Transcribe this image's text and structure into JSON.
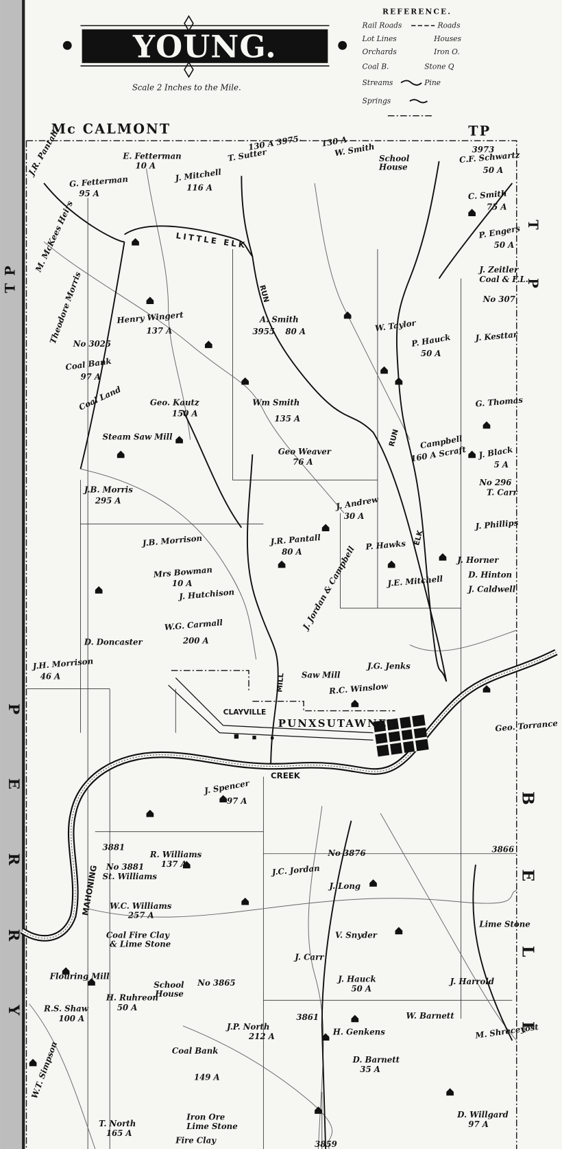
{
  "title": "YOUNG.",
  "scale": "Scale 2 Inches to the Mile.",
  "reference": {
    "heading": "REFERENCE.",
    "items": [
      "Rail Roads",
      "Roads",
      "Lot Lines",
      "Houses",
      "Orchards",
      "Iron O.",
      "Coal B.",
      "Stone Q",
      "Streams",
      "Pine",
      "Springs"
    ]
  },
  "borders": {
    "top_left": "Mc CALMONT",
    "top_right": "TP",
    "left_upper": "T P",
    "right_upper": "T P",
    "left_lower": "P E R R Y",
    "right_lower": "B E L L"
  },
  "places": {
    "town": "PUNXSUTAWNEY",
    "village": "CLAYVILLE",
    "creek_name": "MAHONING",
    "creek_word": "CREEK",
    "little_elk": "LITTLE ELK",
    "run": "RUN",
    "mill": "MILL",
    "elk": "ELK",
    "run2": "RUN"
  },
  "labels": [
    "E. Fetterman",
    "10 A",
    "J. Mitchell",
    "116 A",
    "G. Fetterman",
    "95 A",
    "J.R. Pantall",
    "130 A 3975.",
    "T. Sutter",
    "130 A",
    "W. Smith",
    "School",
    "House",
    "3973",
    "C.F. Schwartz",
    "50 A",
    "C. Smith",
    "75 A",
    "P. Engers",
    "50 A",
    "J. Zeitler",
    "Coal & F.L.",
    "No 307",
    "M. McKees Heirs",
    "Theodore Morris",
    "No 3025",
    "Henry Wingert",
    "137 A",
    "A. Smith",
    "3955",
    "80 A",
    "W. Taylor",
    "P. Hauck",
    "50 A",
    "J. Kesttar",
    "Coal Bank",
    "97 A",
    "Coal Land",
    "Wm Smith",
    "135 A",
    "Geo. Kautz",
    "150 A",
    "Steam Saw Mill",
    "G. Thomas",
    "Campbell",
    "160 A Scraft",
    "J. Black",
    "5 A",
    "No 296",
    "T. Carr",
    "J.B. Morris",
    "295 A",
    "Geo Weaver",
    "76 A",
    "J. Andrew",
    "30 A",
    "J.R. Pantall",
    "80 A",
    "P. Hawks",
    "J.E. Mitchell",
    "J.B. Morrison",
    "Mrs Bowman",
    "10 A",
    "J. Hutchison",
    "J. Jordan & Campbell",
    "W.G. Carmall",
    "200 A",
    "J.H. Morrison",
    "46 A",
    "D. Doncaster",
    "R.C. Winslow",
    "Saw Mill",
    "J.G. Jenks",
    "Geo. Torrance",
    "J. Spencer",
    "97 A",
    "3881",
    "R. Williams",
    "137 A",
    "No 3881",
    "St. Williams",
    "W.C. Williams",
    "257 A",
    "No 3876",
    "J.C. Jordan",
    "3866",
    "Lime Stone",
    "Coal Fire Clay",
    "& Lime Stone",
    "No 3865",
    "3861",
    "H. Genkens",
    "D. Barnett",
    "35 A",
    "Coal Bank",
    "149 A",
    "Iron Ore",
    "Lime Stone",
    "Fire Clay",
    "3859",
    "D. Willgard",
    "97 A",
    "M. Shreceyost",
    "Flouring Mill",
    "School",
    "House",
    "H. Ruhreon",
    "50 A",
    "R.S. Shaw",
    "100 A",
    "W.T. Simpson",
    "T. North",
    "165 A",
    "J. Long",
    "J.P. North",
    "212 A",
    "J. Harrold",
    "W. Barnett",
    "J. Hauck",
    "50 A",
    "J. Carr",
    "V. Snyder",
    "J. Horner",
    "D. Hinton",
    "J. Caldwell",
    "J. Phillips"
  ]
}
